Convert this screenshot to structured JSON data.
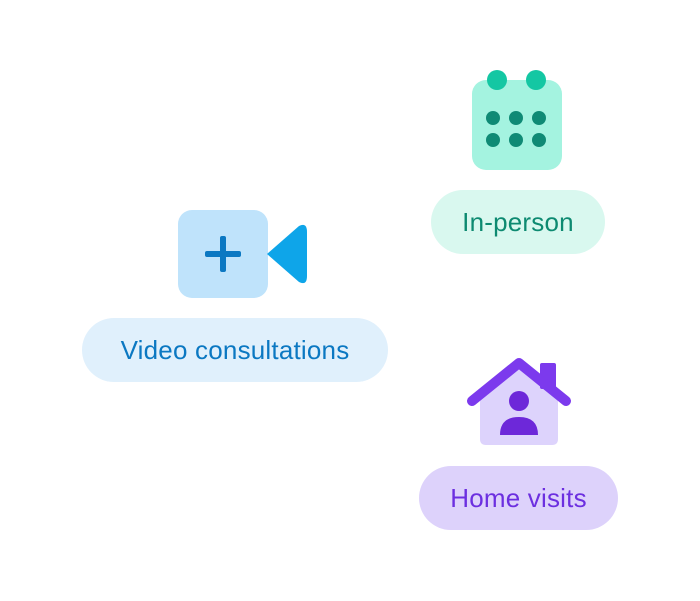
{
  "services": {
    "video": {
      "label": "Video consultations",
      "icon": "video-camera-plus-icon",
      "colors": {
        "badge_bg": "#e0f0fc",
        "text": "#0b78c2",
        "icon_body": "#bfe3fb",
        "icon_lens": "#0ea5e9",
        "icon_plus": "#0b78c2"
      }
    },
    "in_person": {
      "label": "In-person",
      "icon": "calendar-icon",
      "colors": {
        "badge_bg": "#d9f8ef",
        "text": "#0d8a71",
        "icon_body": "#a4f3e0",
        "icon_rings": "#14c7a3",
        "icon_dots": "#0f8a75"
      }
    },
    "home": {
      "label": "Home visits",
      "icon": "house-person-icon",
      "colors": {
        "badge_bg": "#ddd2fb",
        "text": "#6c2fe0",
        "icon_body": "#ddd3fc",
        "icon_roof": "#7c3aed",
        "icon_person": "#6d28d9"
      }
    }
  }
}
